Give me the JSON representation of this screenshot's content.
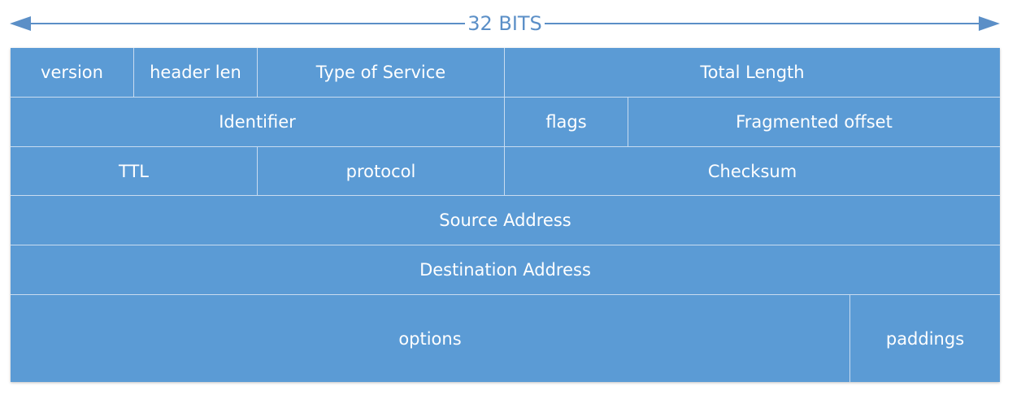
{
  "header": {
    "width_label": "32 BITS"
  },
  "fields": {
    "version": "version",
    "header_len": "header len",
    "type_of_service": "Type of Service",
    "total_length": "Total Length",
    "identifier": "Identifier",
    "flags": "flags",
    "fragmented_offset": "Fragmented offset",
    "ttl": "TTL",
    "protocol": "protocol",
    "checksum": "Checksum",
    "source_address": "Source Address",
    "destination_address": "Destination Address",
    "options": "options",
    "paddings": "paddings"
  },
  "colors": {
    "cell_fill": "#5b9bd5",
    "divider": "#c9dcf0",
    "arrow": "#5b8fc7",
    "text": "#ffffff"
  }
}
